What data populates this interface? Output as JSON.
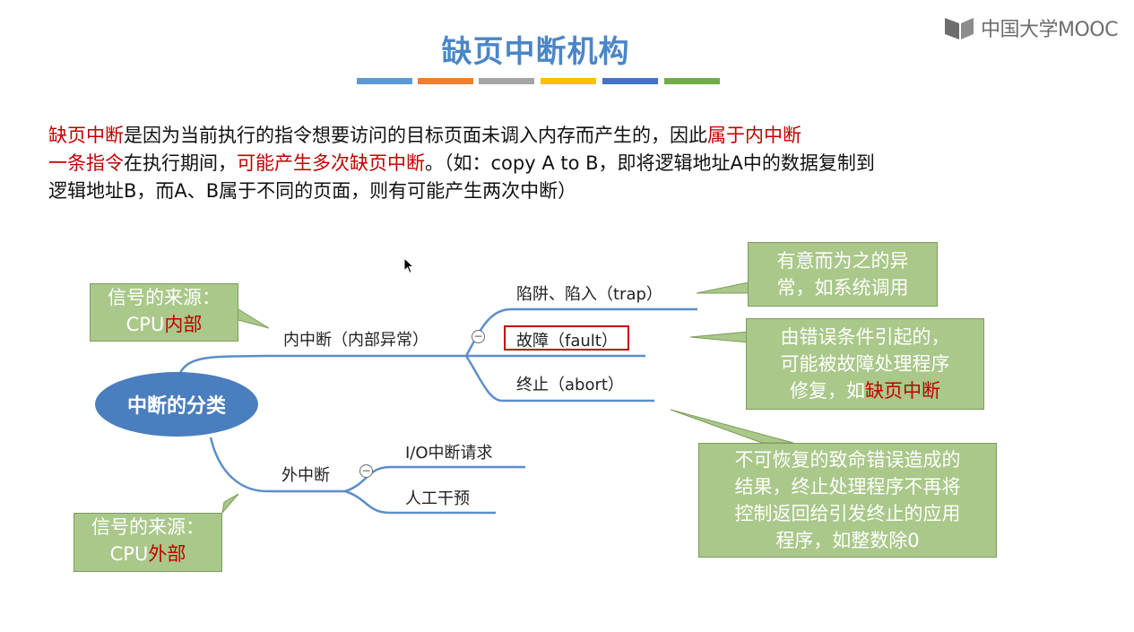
{
  "title": "缺页中断机构",
  "title_bars": [
    "#5b9bd5",
    "#ed7d31",
    "#a5a5a5",
    "#ffc000",
    "#4472c4",
    "#70ad47"
  ],
  "logo": {
    "text": "中国大学MOOC"
  },
  "paragraph": {
    "line1": {
      "red1": "缺页中断",
      "black1": "是因为当前执行的指令想要访问的目标页面未调入内存而产生的，因此",
      "red2": "属于内中断"
    },
    "line2": {
      "red1": "一条指令",
      "black1": "在执行期间，",
      "red2": "可能产生多次缺页中断",
      "black2": "。（如：copy A to B，即将逻辑地址A中的数据复制到"
    },
    "line3": "逻辑地址B，而A、B属于不同的页面，则有可能产生两次中断）"
  },
  "diagram": {
    "root": "中断的分类",
    "internal": "内中断（内部异常）",
    "external": "外中断",
    "trap": "陷阱、陷入（trap）",
    "fault": "故障（fault）",
    "abort": "终止（abort）",
    "io": "I/O中断请求",
    "manual": "人工干预",
    "collapse_symbol": "−",
    "callout_internal": {
      "line1": "信号的来源：",
      "prefix": "CPU",
      "red": "内部"
    },
    "callout_external": {
      "line1": "信号的来源：",
      "prefix": "CPU",
      "red": "外部"
    },
    "callout_trap": {
      "line1": "有意而为之的异",
      "line2": "常，如系统调用"
    },
    "callout_fault": {
      "line1": "由错误条件引起的，",
      "line2": "可能被故障处理程序",
      "line3_prefix": "修复，如",
      "line3_red": "缺页中断"
    },
    "callout_abort": {
      "line1": "不可恢复的致命错误造成的",
      "line2": "结果，终止处理程序不再将",
      "line3": "控制返回给引发终止的应用",
      "line4": "程序，如整数除0"
    }
  }
}
